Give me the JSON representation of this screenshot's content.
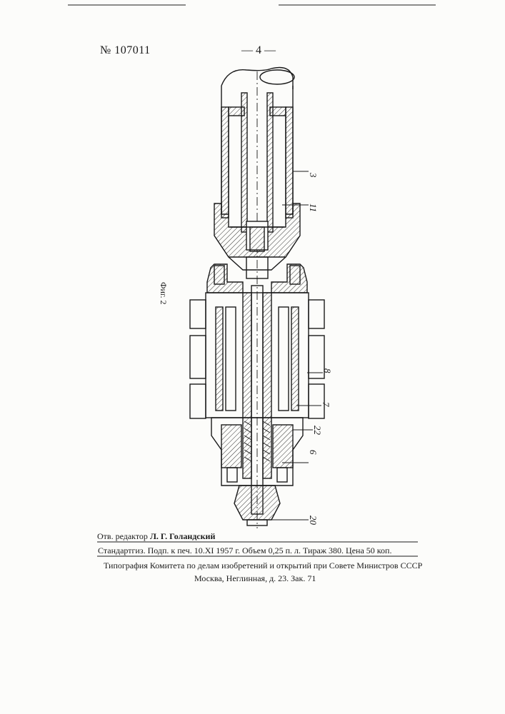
{
  "header": {
    "patent_number": "№ 107011",
    "page_number": "— 4 —"
  },
  "figure": {
    "label": "Фиг. 2",
    "reference_numerals": [
      "3",
      "11",
      "8",
      "7",
      "22",
      "6",
      "20"
    ]
  },
  "footer": {
    "editor_prefix": "Отв. редактор",
    "editor_name": "Л. Г. Голандский",
    "imprint": "Стандартгиз. Подп. к печ. 10.XI 1957 г. Объем 0,25 п. л. Тираж 380. Цена 50 коп.",
    "printer": "Типография Комитета по делам изобретений и открытий при Совете Министров СССР",
    "address": "Москва, Неглинная, д. 23. Зак. 71"
  },
  "colors": {
    "ink": "#1a1a1a",
    "paper": "#fcfcfa"
  }
}
